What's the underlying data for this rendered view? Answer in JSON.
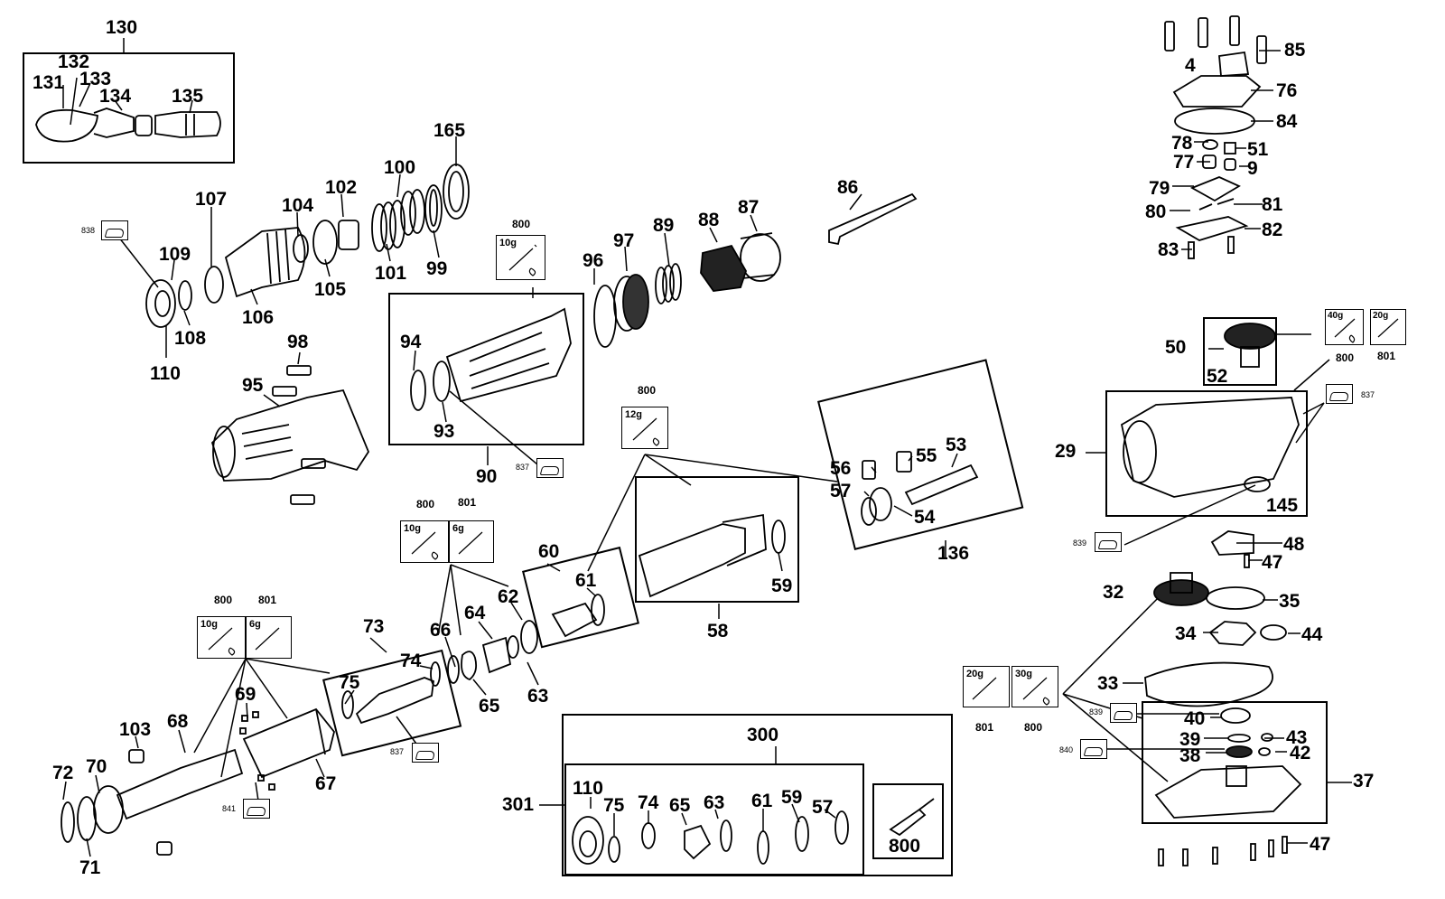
{
  "boxes": {
    "b130": "130",
    "b90": "90",
    "b58": "58",
    "b136": "136",
    "b60": "60",
    "b73": "73",
    "b300": "300",
    "b301": "301",
    "b29": "29",
    "b50": "50",
    "b37": "37"
  },
  "parts": {
    "p131": "131",
    "p132": "132",
    "p133": "133",
    "p134": "134",
    "p135": "135",
    "p165": "165",
    "p107": "107",
    "p104": "104",
    "p102": "102",
    "p100": "100",
    "p109": "109",
    "p108": "108",
    "p110": "110",
    "p106": "106",
    "p105": "105",
    "p101": "101",
    "p99": "99",
    "p86": "86",
    "p87": "87",
    "p88": "88",
    "p89": "89",
    "p97": "97",
    "p96": "96",
    "p98": "98",
    "p95": "95",
    "p94": "94",
    "p93": "93",
    "p56": "56",
    "p55": "55",
    "p53": "53",
    "p57": "57",
    "p54": "54",
    "p59": "59",
    "p61": "61",
    "p62": "62",
    "p63": "63",
    "p64": "64",
    "p65": "65",
    "p66": "66",
    "p74": "74",
    "p75": "75",
    "p69": "69",
    "p68": "68",
    "p67": "67",
    "p103": "103",
    "p72": "72",
    "p70": "70",
    "p71": "71",
    "p85": "85",
    "p4": "4",
    "p76": "76",
    "p84": "84",
    "p78": "78",
    "p51": "51",
    "p77": "77",
    "p9": "9",
    "p79": "79",
    "p81": "81",
    "p80": "80",
    "p82": "82",
    "p83": "83",
    "p52": "52",
    "p145": "145",
    "p48": "48",
    "p47a": "47",
    "p32": "32",
    "p35": "35",
    "p34": "34",
    "p44": "44",
    "p33": "33",
    "p40": "40",
    "p43": "43",
    "p39": "39",
    "p38": "38",
    "p42": "42",
    "p47b": "47",
    "k110": "110",
    "k75": "75",
    "k74": "74",
    "k65": "65",
    "k63": "63",
    "k61": "61",
    "k59": "59",
    "k57": "57",
    "k800": "800"
  },
  "grease": {
    "g800a": {
      "label": "800",
      "amount": "10g"
    },
    "g800b": {
      "label": "800",
      "amount": "12g"
    },
    "g800c": {
      "label": "800",
      "amount": "10g"
    },
    "g801c": {
      "label": "801",
      "amount": "6g"
    },
    "g800d": {
      "label": "800",
      "amount": "10g"
    },
    "g801d": {
      "label": "801",
      "amount": "6g"
    },
    "g800e": {
      "label": "800",
      "amount": "40g"
    },
    "g801e": {
      "label": "801",
      "amount": "20g"
    },
    "g801f": {
      "label": "801",
      "amount": "20g"
    },
    "g800f": {
      "label": "800",
      "amount": "30g"
    }
  },
  "tags": {
    "t838": "838",
    "t837a": "837",
    "t837b": "837",
    "t837c": "837",
    "t839a": "839",
    "t839b": "839",
    "t840": "840",
    "t841": "841"
  },
  "colors": {
    "ink": "#000000",
    "paper": "#ffffff",
    "shade": "#555555"
  }
}
